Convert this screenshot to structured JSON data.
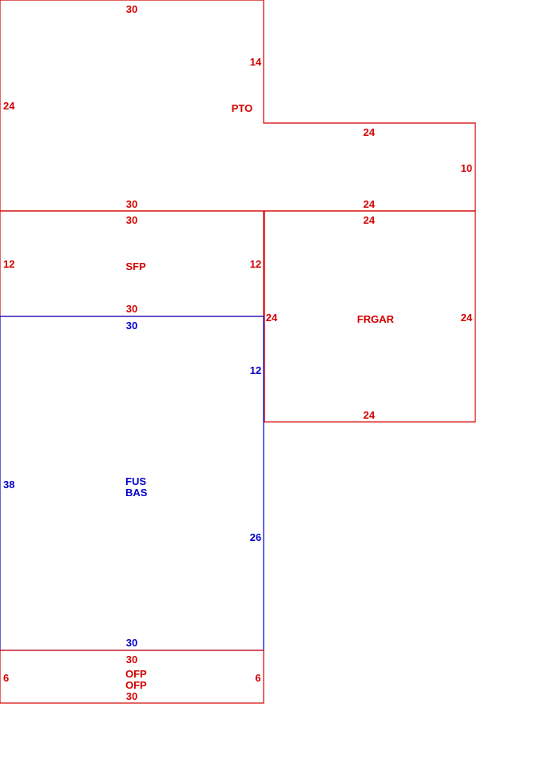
{
  "colors": {
    "red": "#d40000",
    "blue": "#0000c8"
  },
  "areas": {
    "pto": {
      "name": "PTO",
      "top": "30",
      "right_upper": "14",
      "left": "24",
      "bottom": "30",
      "step_top": "24",
      "right_lower": "10",
      "step_bottom": "24"
    },
    "sfp": {
      "name": "SFP",
      "top": "30",
      "left": "12",
      "right": "12",
      "bottom": "30"
    },
    "frgar": {
      "name": "FRGAR",
      "top": "24",
      "left": "24",
      "right": "24",
      "bottom": "24"
    },
    "fus_bas": {
      "name_line1": "FUS",
      "name_line2": "BAS",
      "top": "30",
      "right_upper": "12",
      "left": "38",
      "right_lower": "26",
      "bottom": "30"
    },
    "ofp": {
      "name_line1": "OFP",
      "name_line2": "OFP",
      "top": "30",
      "left": "6",
      "right": "6",
      "bottom": "30"
    }
  }
}
